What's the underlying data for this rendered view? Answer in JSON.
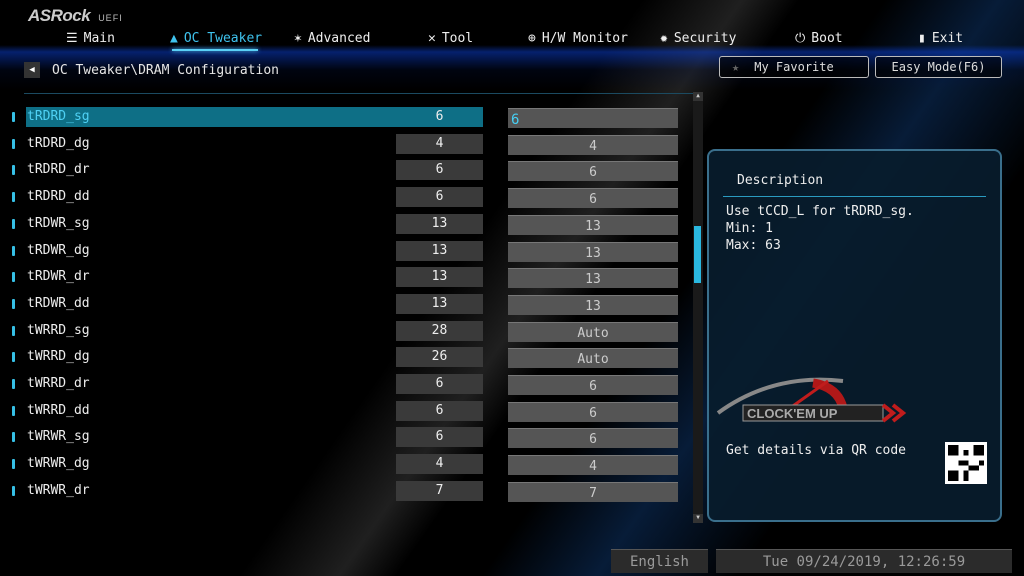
{
  "logo": {
    "brand": "ASRock",
    "sub": "UEFI"
  },
  "nav": [
    {
      "label": "Main",
      "icon": "list-icon"
    },
    {
      "label": "OC Tweaker",
      "icon": "rocket-icon",
      "active": true
    },
    {
      "label": "Advanced",
      "icon": "star-icon"
    },
    {
      "label": "Tool",
      "icon": "tools-icon"
    },
    {
      "label": "H/W Monitor",
      "icon": "crosshair-icon"
    },
    {
      "label": "Security",
      "icon": "shield-icon"
    },
    {
      "label": "Boot",
      "icon": "power-icon"
    },
    {
      "label": "Exit",
      "icon": "door-icon"
    }
  ],
  "breadcrumb": "OC Tweaker\\DRAM Configuration",
  "buttons": {
    "favorite": "My Favorite",
    "easy_mode": "Easy Mode(F6)"
  },
  "rows": [
    {
      "label": "tRDRD_sg",
      "current": "6",
      "value": "6"
    },
    {
      "label": "tRDRD_dg",
      "current": "4",
      "value": "4"
    },
    {
      "label": "tRDRD_dr",
      "current": "6",
      "value": "6"
    },
    {
      "label": "tRDRD_dd",
      "current": "6",
      "value": "6"
    },
    {
      "label": "tRDWR_sg",
      "current": "13",
      "value": "13"
    },
    {
      "label": "tRDWR_dg",
      "current": "13",
      "value": "13"
    },
    {
      "label": "tRDWR_dr",
      "current": "13",
      "value": "13"
    },
    {
      "label": "tRDWR_dd",
      "current": "13",
      "value": "13"
    },
    {
      "label": "tWRRD_sg",
      "current": "28",
      "value": "Auto"
    },
    {
      "label": "tWRRD_dg",
      "current": "26",
      "value": "Auto"
    },
    {
      "label": "tWRRD_dr",
      "current": "6",
      "value": "6"
    },
    {
      "label": "tWRRD_dd",
      "current": "6",
      "value": "6"
    },
    {
      "label": "tWRWR_sg",
      "current": "6",
      "value": "6"
    },
    {
      "label": "tWRWR_dg",
      "current": "4",
      "value": "4"
    },
    {
      "label": "tWRWR_dr",
      "current": "7",
      "value": "7"
    }
  ],
  "scroll_position_fraction": 0.35,
  "description": {
    "title": "Description",
    "text": "Use tCCD_L for tRDRD_sg.\nMin: 1\nMax: 63",
    "logo_text": "CLOCK'EM UP",
    "qr_text": "Get details via QR code"
  },
  "footer": {
    "language": "English",
    "datetime": "Tue 09/24/2019, 12:26:59"
  }
}
